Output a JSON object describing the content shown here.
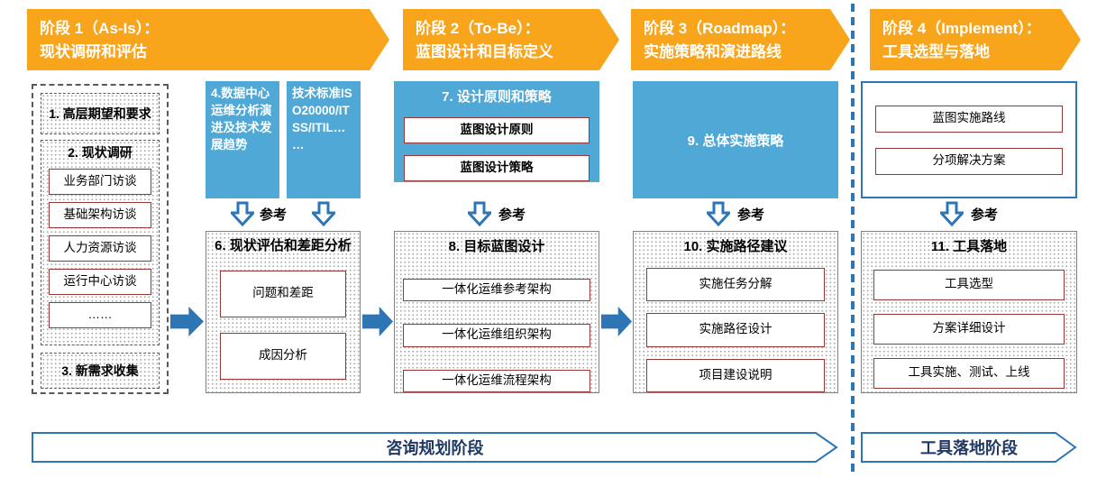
{
  "colors": {
    "banner_orange": "#F9A51B",
    "box_blue": "#4FA8D5",
    "flow_arrow_blue": "#2E75B6",
    "white_box_border_red": "#953735",
    "bottom_text_blue": "#1F3864"
  },
  "phases": [
    {
      "line1": "阶段 1（As-Is）：",
      "line2": "现状调研和评估"
    },
    {
      "line1": "阶段 2（To-Be）：",
      "line2": "蓝图设计和目标定义"
    },
    {
      "line1": "阶段 3（Roadmap）：",
      "line2": "实施策略和演进路线"
    },
    {
      "line1": "阶段 4（Implement）：",
      "line2": "工具选型与落地"
    }
  ],
  "labels": {
    "ref": "参考"
  },
  "asis": {
    "expectations": "1. 高层期望和要求",
    "survey_title": "2. 现状调研",
    "survey_items": [
      "业务部门访谈",
      "基础架构访谈",
      "人力资源访谈",
      "运行中心访谈",
      "……"
    ],
    "new_requirements": "3. 新需求收集"
  },
  "analysis": {
    "trend_box": "4.数据中心运维分析演进及技术发展趋势",
    "standard_box": "技术标准ISO20000/ITSS/ITIL… …",
    "gap_title": "6. 现状评估和差距分析",
    "gap_items": [
      "问题和差距",
      "成因分析"
    ]
  },
  "tobe": {
    "principle_title": "7. 设计原则和策略",
    "principle_items": [
      "蓝图设计原则",
      "蓝图设计策略"
    ],
    "blueprint_title": "8. 目标蓝图设计",
    "blueprint_items": [
      "一体化运维参考架构",
      "一体化运维组织架构",
      "一体化运维流程架构"
    ]
  },
  "roadmap": {
    "strategy": "9. 总体实施策略",
    "path_title": "10. 实施路径建议",
    "path_items": [
      "实施任务分解",
      "实施路径设计",
      "项目建设说明"
    ]
  },
  "implement": {
    "plan_items": [
      "蓝图实施路线",
      "分项解决方案"
    ],
    "landing_title": "11. 工具落地",
    "landing_items": [
      "工具选型",
      "方案详细设计",
      "工具实施、测试、上线"
    ]
  },
  "bottom": {
    "consult": "咨询规划阶段",
    "tool": "工具落地阶段"
  }
}
